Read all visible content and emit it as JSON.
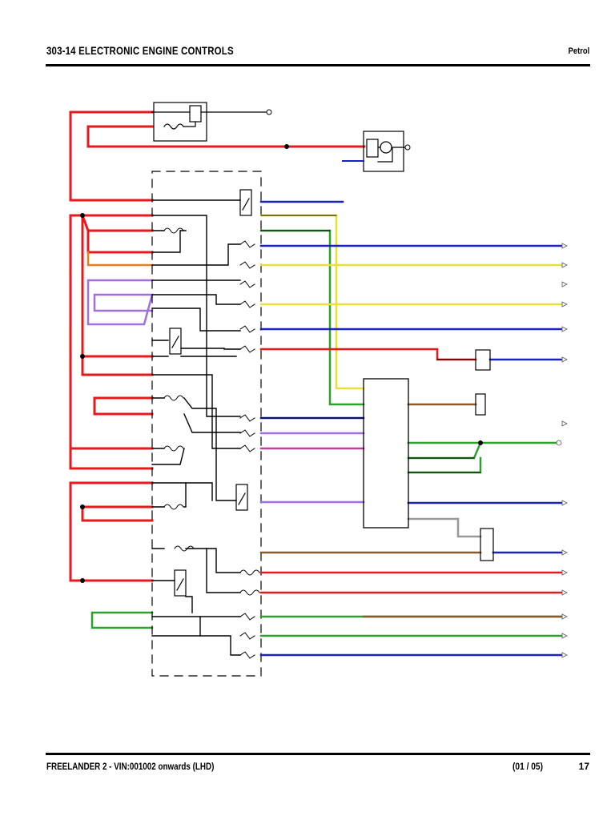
{
  "header": {
    "title": "303-14 ELECTRONIC ENGINE CONTROLS",
    "variant": "Petrol"
  },
  "footer": {
    "model": "FREELANDER 2 - VIN:001002 onwards  (LHD)",
    "date_code": "(01 / 05)",
    "page_number": "17"
  },
  "colors": {
    "red": "#e8191c",
    "black": "#000000",
    "blue": "#1a22c4",
    "yellow": "#e8e03a",
    "orange": "#e87d1a",
    "violet": "#a070e0",
    "green": "#2fa02f",
    "brown": "#8b5a2b",
    "grey": "#999999",
    "pink": "#e070c0"
  }
}
